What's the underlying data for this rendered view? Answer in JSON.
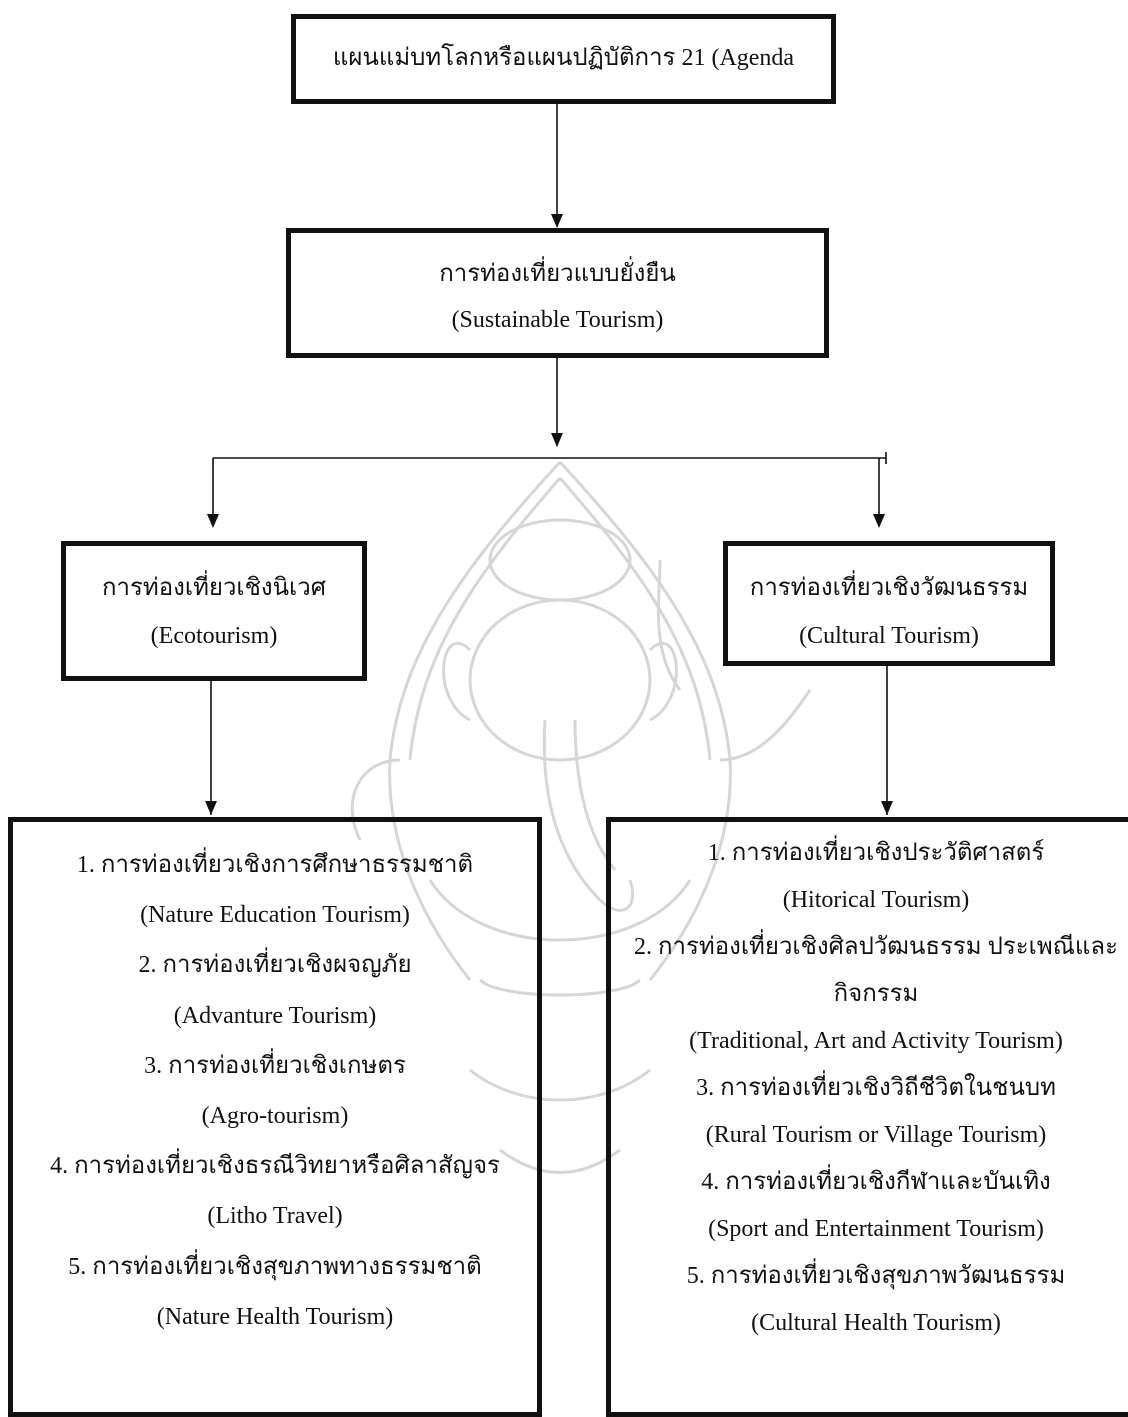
{
  "top": {
    "text": "แผนแม่บทโลกหรือแผนปฏิบัติการ 21 (Agenda"
  },
  "sustainable": {
    "thai": "การท่องเที่ยวแบบยั่งยืน",
    "english": "(Sustainable Tourism)"
  },
  "eco": {
    "thai": "การท่องเที่ยวเชิงนิเวศ",
    "english": "(Ecotourism)"
  },
  "cultural": {
    "thai": "การท่องเที่ยวเชิงวัฒนธรรม",
    "english": "(Cultural Tourism)"
  },
  "eco_list": [
    "1. การท่องเที่ยวเชิงการศึกษาธรรมชาติ",
    "(Nature Education Tourism)",
    "2. การท่องเที่ยวเชิงผจญภัย",
    "(Advanture Tourism)",
    "3. การท่องเที่ยวเชิงเกษตร",
    "(Agro-tourism)",
    "4. การท่องเที่ยวเชิงธรณีวิทยาหรือศิลาสัญจร",
    "(Litho Travel)",
    "5. การท่องเที่ยวเชิงสุขภาพทางธรรมชาติ",
    "(Nature Health Tourism)"
  ],
  "cultural_list": [
    "1. การท่องเที่ยวเชิงประวัติศาสตร์",
    "(Hitorical Tourism)",
    "2. การท่องเที่ยวเชิงศิลปวัฒนธรรม ประเพณีและ",
    "กิจกรรม",
    "(Traditional, Art and Activity Tourism)",
    "3. การท่องเที่ยวเชิงวิถีชีวิตในชนบท",
    "(Rural Tourism or Village Tourism)",
    "4. การท่องเที่ยวเชิงกีฬาและบันเทิง",
    "(Sport and Entertainment Tourism)",
    "5. การท่องเที่ยวเชิงสุขภาพวัฒนธรรม",
    "(Cultural Health Tourism)"
  ],
  "watermark": {
    "icon": "ganesha-emblem-icon",
    "color": "#d9d9d9"
  }
}
